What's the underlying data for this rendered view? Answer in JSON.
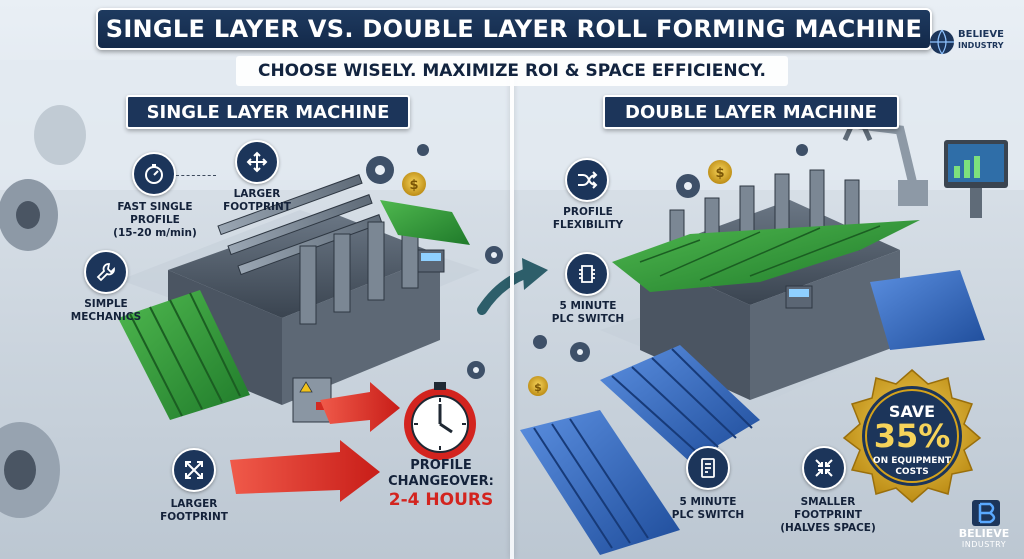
{
  "header": {
    "title": "SINGLE LAYER VS. DOUBLE LAYER ROLL FORMING MACHINE",
    "subtitle": "CHOOSE WISELY. MAXIMIZE ROI & SPACE EFFICIENCY."
  },
  "single": {
    "label": "SINGLE LAYER MACHINE",
    "features": {
      "fast_profile": [
        "FAST SINGLE",
        "PROFILE",
        "(15-20 m/min)"
      ],
      "footprint_top": [
        "LARGER",
        "FOOTPRINT"
      ],
      "mechanics": [
        "SIMPLE",
        "MECHANICS"
      ],
      "footprint_bottom": [
        "LARGER",
        "FOOTPRINT"
      ]
    },
    "changeover": {
      "label_line1": "PROFILE",
      "label_line2": "CHANGEOVER:",
      "value": "2-4 HOURS"
    }
  },
  "double": {
    "label": "DOUBLE LAYER MACHINE",
    "features": {
      "flexibility": [
        "PROFILE",
        "FLEXIBILITY"
      ],
      "plc_top": [
        "5 MINUTE",
        "PLC SWITCH"
      ],
      "plc_bottom": [
        "5 MINUTE",
        "PLC SWITCH"
      ],
      "footprint": [
        "SMALLER",
        "FOOTPRINT",
        "(HALVES SPACE)"
      ]
    }
  },
  "badge": {
    "save": "SAVE",
    "percent": "35%",
    "line1": "ON EQUIPMENT",
    "line2": "COSTS"
  },
  "brand": {
    "top_line1": "BELIEVE",
    "top_line2": "INDUSTRY",
    "bottom_line1": "BELIEVE",
    "bottom_line2": "INDUSTRY"
  },
  "colors": {
    "navy": "#1c355a",
    "green_sheet": "#2f8f3a",
    "blue_sheet": "#2f63b8",
    "alert_red": "#d3241f",
    "gold": "#d4a21c"
  },
  "icons": {
    "fast_profile": "stopwatch-icon",
    "footprint_top": "move-arrows-icon",
    "mechanics": "wrench-icon",
    "footprint_bottom": "expand-arrows-icon",
    "flexibility": "shuffle-arrows-icon",
    "plc_top": "chip-icon",
    "plc_bottom": "control-panel-icon",
    "footprint_small": "compress-arrows-icon"
  }
}
